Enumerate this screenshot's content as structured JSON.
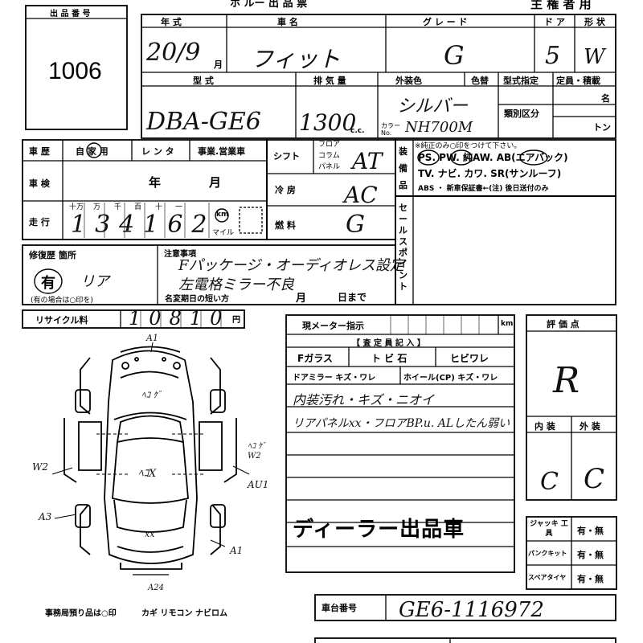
{
  "header": {
    "top_title": "ホ ルー 出 品 票",
    "top_right": "主 権 者 用",
    "lot_label": "出 品 番 号",
    "lot_number": "1006"
  },
  "row1": {
    "year_label": "年 式",
    "name_label": "車 名",
    "grade_label": "グ レ ー ド",
    "door_label": "ド ア",
    "shape_label": "形 状",
    "year_value": "20/9",
    "month_mark": "月",
    "name_value": "フィット",
    "grade_value": "G",
    "door_value": "5",
    "shape_value": "W"
  },
  "row2": {
    "model_label": "型 式",
    "displacement_label": "排 気 量",
    "exterior_label": "外装色",
    "color_change_label": "色替",
    "type_spec_label": "型式指定",
    "capacity_label": "定員・積載",
    "class_label": "類別区分",
    "capacity_unit1": "名",
    "capacity_unit2": "トン",
    "model_value": "DBA-GE6",
    "displacement_value": "1300",
    "cc_unit": "c.c.",
    "color_value": "シルバー",
    "color_no_label": "カラー No.",
    "color_no_value": "NH700M"
  },
  "left_block": {
    "history_label": "車 歴",
    "usage_options": "自 家 用",
    "rental": "レ ン タ",
    "business": "事業.営業車",
    "inspection_label": "車 検",
    "year_mark": "年",
    "month_mark": "月",
    "mileage_label": "走 行",
    "digit_labels": [
      "十万",
      "万",
      "千",
      "百",
      "十",
      "一"
    ],
    "mileage_value": "134162",
    "km_label": "km",
    "mile_label": "マイル"
  },
  "mid_block": {
    "shift_label": "シフト",
    "shift_options": [
      "フロア",
      "コラム",
      "パネル"
    ],
    "shift_value": "AT",
    "ac_label": "冷 房",
    "ac_value": "AC",
    "fuel_label": "燃 料",
    "fuel_value": "G"
  },
  "equipment": {
    "label": "装 備 品",
    "note": "※純正のみ○印をつけて下さい。",
    "line1": "PS. PW. 純AW. AB(エアバック)",
    "line2": "TV. ナビ. カワ. SR(サンルーフ)",
    "line3": "ABS ・ 新車保証書←(注) 後日送付のみ"
  },
  "sale_points": {
    "label": "セールスポイント"
  },
  "repair": {
    "label": "修復歴 箇所",
    "value": "有",
    "note": "(有の場合は○印を)",
    "detail": "リア"
  },
  "notes": {
    "label": "注意事項",
    "line1": "Fパッケージ・オーディオレス設定",
    "line2": "左電格ミラー不良",
    "deadline_label": "名変期日の短い方",
    "month_mark": "月",
    "day_mark": "日まで"
  },
  "recycle": {
    "label": "リサイクル料",
    "value": "10810",
    "unit": "円"
  },
  "inspection": {
    "meter_label": "現メーター指示",
    "meter_unit": "km",
    "inspector_label": "【 査 定 員 記 入 】",
    "glass_label": "Fガラス",
    "chip_label": "ト ビ 石",
    "crack_label": "ヒビワレ",
    "mirror_label": "ドアミラー キズ・ワレ",
    "wheel_label": "ホイール(CP) キズ・ワレ",
    "comment1": "内装汚れ・キズ・ニオイ",
    "comment2": "リアパネルxx・フロアBP.u. ALしたん弱い",
    "stamp": "ディーラー出品車"
  },
  "score": {
    "label": "評 価 点",
    "value": "R",
    "interior_label": "内 装",
    "exterior_label": "外 装",
    "interior_value": "C",
    "exterior_value": "C"
  },
  "tools": {
    "jack_label": "ジャッキ 工具",
    "puncture_label": "パンクキット",
    "spare_label": "スペアタイヤ",
    "option": "有・無"
  },
  "chassis": {
    "label": "車台番号",
    "value": "GE6-1116972"
  },
  "footer": {
    "office_note": "事務局預り品は○印",
    "items": "カギ リモコン ナビロム"
  },
  "diagram_marks": {
    "a1_top": "A1",
    "hood": "ﾍｺ ｹﾞ",
    "roof": "ﾍｺX",
    "w2_left": "W2",
    "a3": "A3",
    "w2_right": "ﾍｺ ｹﾞ W2",
    "au1": "AU1",
    "xx": "xx",
    "a1_right": "A1",
    "a24": "A24"
  }
}
